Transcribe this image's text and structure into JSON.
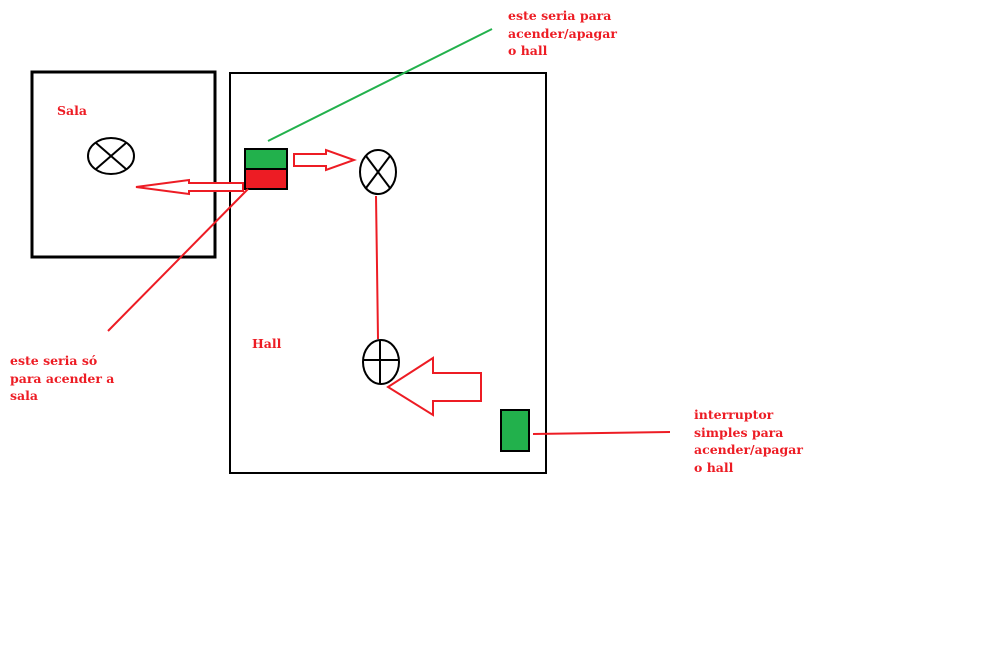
{
  "rooms": {
    "sala": "Sala",
    "hall": "Hall"
  },
  "notes": {
    "two_way_switch_note": "este seria para\nacender/apagar\no hall",
    "sala_switch_note": "este seria só\npara acender a\nsala",
    "single_switch_note": "interruptor\nsimples para\nacender/apagar\no hall"
  },
  "colors": {
    "outline": "#000000",
    "annotation": "#ed1c24",
    "switch_green": "#22b14c",
    "switch_red": "#ed1c24",
    "leader_green": "#22b14c"
  },
  "icons": {
    "sala_lamp": "lamp-cross-icon",
    "hall_lamp_top": "lamp-cross-icon",
    "hall_lamp_bottom": "lamp-plus-icon",
    "double_switch": "double-switch-icon",
    "single_switch": "single-switch-icon"
  }
}
